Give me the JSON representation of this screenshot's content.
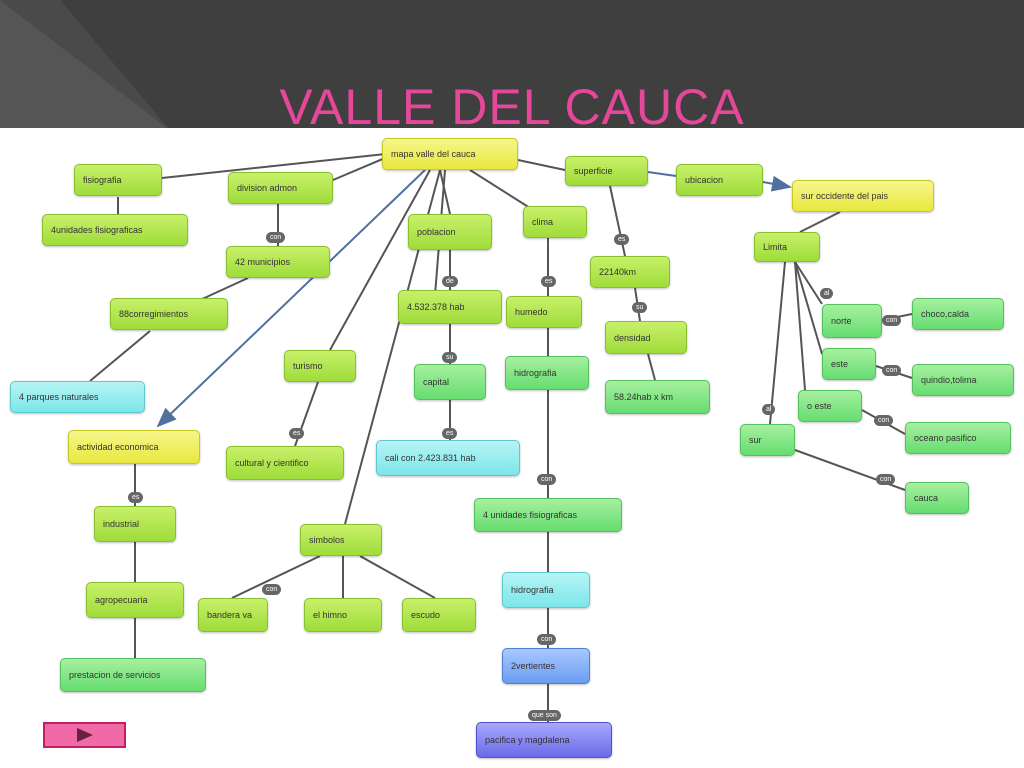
{
  "title": "VALLE DEL CAUCA",
  "nodes": [
    {
      "id": "root",
      "label": "mapa valle del cauca",
      "color": "yellow"
    },
    {
      "id": "fisiografia",
      "label": "fisiografia",
      "color": "green"
    },
    {
      "id": "unidades",
      "label": "4unidades fisiograficas",
      "color": "green"
    },
    {
      "id": "division",
      "label": "division admon",
      "color": "green"
    },
    {
      "id": "municipios",
      "label": "42 municipios",
      "color": "green"
    },
    {
      "id": "corregimientos",
      "label": "88corregimientos",
      "color": "green"
    },
    {
      "id": "parques",
      "label": "4 parques naturales",
      "color": "cyan"
    },
    {
      "id": "actividad",
      "label": "actividad economica",
      "color": "yellow"
    },
    {
      "id": "industrial",
      "label": "industrial",
      "color": "green"
    },
    {
      "id": "agropecuaria",
      "label": "agropecuaria",
      "color": "green"
    },
    {
      "id": "prestacion",
      "label": "prestacion de servicios",
      "color": "lgreen"
    },
    {
      "id": "turismo",
      "label": "turismo",
      "color": "green"
    },
    {
      "id": "cultural",
      "label": "cultural y cientifico",
      "color": "green"
    },
    {
      "id": "simbolos",
      "label": "simbolos",
      "color": "green"
    },
    {
      "id": "bandera",
      "label": "bandera va",
      "color": "green"
    },
    {
      "id": "himno",
      "label": "el himno",
      "color": "green"
    },
    {
      "id": "escudo",
      "label": "escudo",
      "color": "green"
    },
    {
      "id": "poblacion",
      "label": "poblacion",
      "color": "green"
    },
    {
      "id": "habitantes",
      "label": "4.532.378 hab",
      "color": "green"
    },
    {
      "id": "capital",
      "label": "capital",
      "color": "lgreen"
    },
    {
      "id": "cali",
      "label": "cali con 2.423.831 hab",
      "color": "cyan"
    },
    {
      "id": "clima",
      "label": "clima",
      "color": "green"
    },
    {
      "id": "humedo",
      "label": "humedo",
      "color": "green"
    },
    {
      "id": "hidrografia1",
      "label": "hidrografia",
      "color": "lgreen"
    },
    {
      "id": "unidades4",
      "label": "4 unidades fisiograficas",
      "color": "lgreen"
    },
    {
      "id": "hidrografia2",
      "label": "hidrografia",
      "color": "cyan"
    },
    {
      "id": "vertientes",
      "label": "2vertientes",
      "color": "blue"
    },
    {
      "id": "pacifica",
      "label": "pacifica y magdalena",
      "color": "purple"
    },
    {
      "id": "superficie",
      "label": "superficie",
      "color": "green"
    },
    {
      "id": "km",
      "label": "22140km",
      "color": "green"
    },
    {
      "id": "densidad",
      "label": "densidad",
      "color": "green"
    },
    {
      "id": "hab_km",
      "label": "58.24hab x km",
      "color": "lgreen"
    },
    {
      "id": "ubicacion",
      "label": "ubicacion",
      "color": "green"
    },
    {
      "id": "sur_occidente",
      "label": "sur occidente del pais",
      "color": "yellow"
    },
    {
      "id": "limita",
      "label": "Limita",
      "color": "green"
    },
    {
      "id": "norte",
      "label": "norte",
      "color": "lgreen"
    },
    {
      "id": "choco",
      "label": "choco,calda",
      "color": "lgreen"
    },
    {
      "id": "este",
      "label": "este",
      "color": "lgreen"
    },
    {
      "id": "quindio",
      "label": "quindio,tolima",
      "color": "lgreen"
    },
    {
      "id": "oeste",
      "label": "o este",
      "color": "lgreen"
    },
    {
      "id": "oceano",
      "label": "oceano pasifico",
      "color": "lgreen"
    },
    {
      "id": "sur",
      "label": "sur",
      "color": "lgreen"
    },
    {
      "id": "cauca",
      "label": "cauca",
      "color": "lgreen"
    }
  ],
  "link_labels": {
    "con1": "con",
    "es1": "es",
    "es_turismo": "es",
    "con_simbolos": "con",
    "de": "de",
    "su": "su",
    "es_cali": "es",
    "es_clima": "es",
    "con_hidro": "con",
    "con_vertientes": "con",
    "que_son": "que son",
    "es_superficie": "es",
    "su_densidad": "su",
    "al_norte": "al",
    "con_norte": "con",
    "con_este": "con",
    "con_oeste": "con",
    "al_sur": "al",
    "con_sur": "con"
  },
  "colors": {
    "title": "#e5479a",
    "header": "#3f3f3f",
    "edge": "#555555",
    "arrow": "#5070a0"
  },
  "nav": {
    "icon": "play-arrow-icon"
  }
}
